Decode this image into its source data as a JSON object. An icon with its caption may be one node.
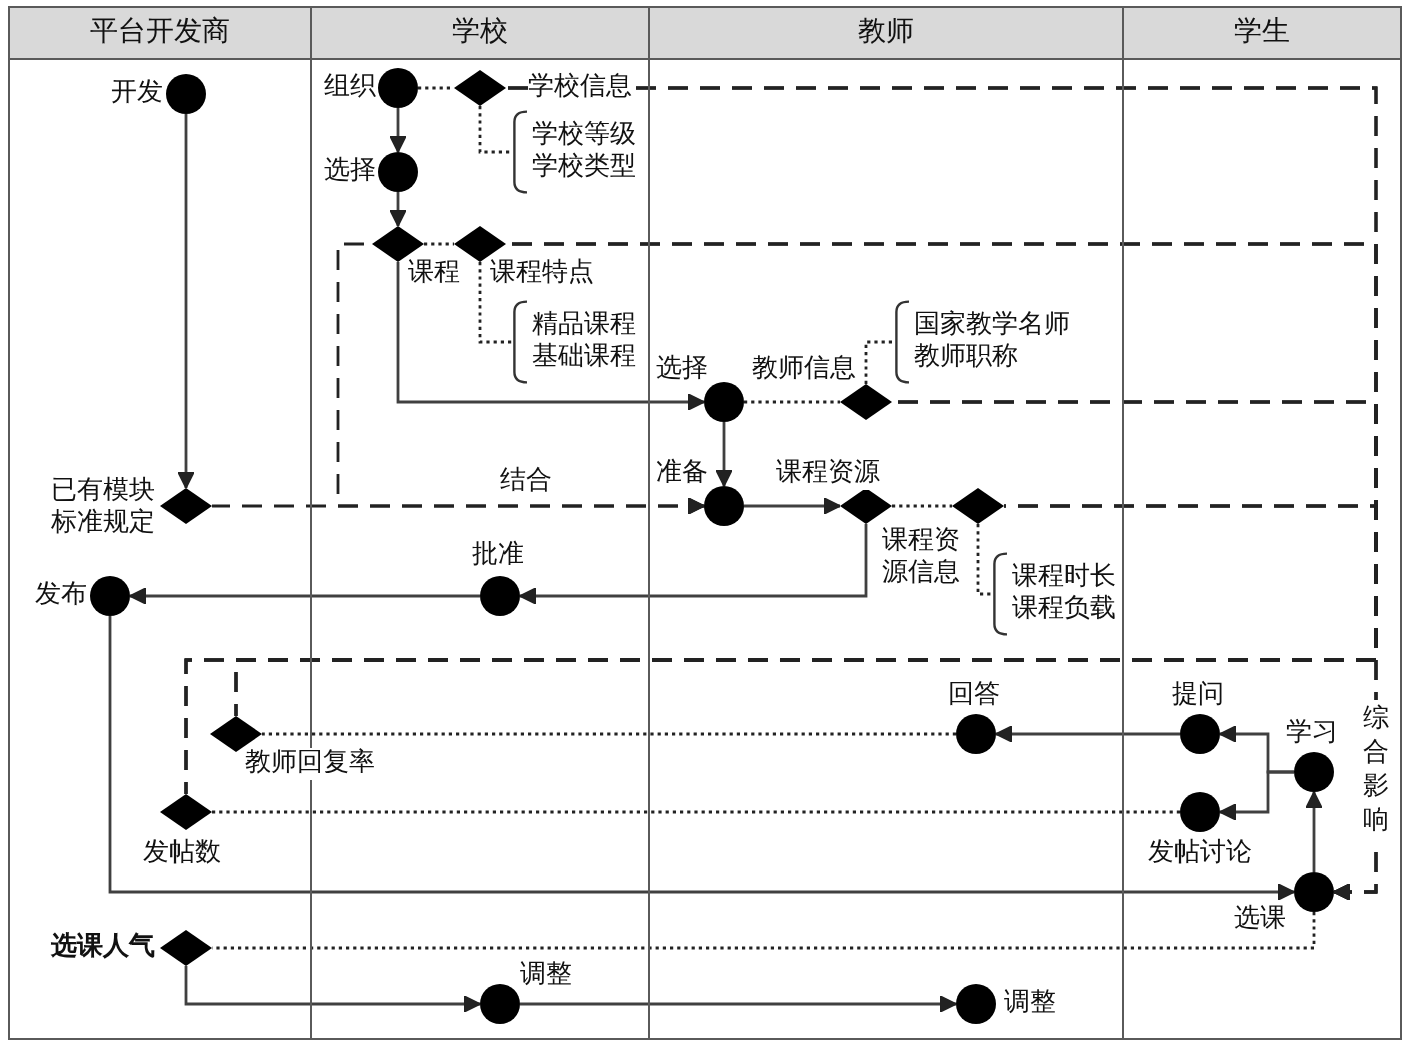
{
  "diagram": {
    "nodes": [
      {
        "text": [
          "平台开发商"
        ]
      },
      {
        "text": [
          "学校"
        ]
      },
      {
        "text": [
          "教师"
        ]
      },
      {
        "text": [
          "学生"
        ]
      },
      {
        "text": [
          "开发"
        ],
        "in": 0
      },
      {
        "text": [
          "组织"
        ],
        "in": 1
      },
      {
        "text": [
          "学校信息"
        ],
        "in": 1
      },
      {
        "text": [
          "学校等级",
          "学校类型"
        ],
        "in": 1
      },
      {
        "text": [
          "选择"
        ],
        "in": 1
      },
      {
        "text": [
          "课程"
        ],
        "in": 1
      },
      {
        "text": [
          "课程特点"
        ],
        "in": 1
      },
      {
        "text": [
          "精品课程",
          "基础课程"
        ],
        "in": 1
      },
      {
        "text": [
          "国家教学名师",
          "教师职称"
        ],
        "in": 2
      },
      {
        "text": [
          "选择"
        ],
        "in": 2
      },
      {
        "text": [
          "教师信息"
        ],
        "in": 2
      },
      {
        "text": [
          "已有模块标准规定"
        ],
        "in": 0
      },
      {
        "text": [
          "准备"
        ],
        "in": 2
      },
      {
        "text": [
          "课程资源"
        ],
        "in": 2
      },
      {
        "text": [
          "课程资源信息"
        ],
        "in": 2
      },
      {
        "text": [
          "课程时长",
          "课程负载"
        ],
        "in": 2
      },
      {
        "text": [
          "发布"
        ],
        "in": 0
      },
      {
        "text": [
          "批准"
        ],
        "in": 1
      },
      {
        "text": [
          "教师回复率"
        ],
        "in": 0
      },
      {
        "text": [
          "回答"
        ],
        "in": 2
      },
      {
        "text": [
          "提问"
        ],
        "in": 3
      },
      {
        "text": [
          "学习"
        ],
        "in": 3
      },
      {
        "text": [
          "发帖数"
        ],
        "in": 0
      },
      {
        "text": [
          "发帖讨论"
        ],
        "in": 3
      },
      {
        "text": [
          "选课"
        ],
        "in": 3
      },
      {
        "text": [
          "选课人气"
        ],
        "in": 0
      },
      {
        "text": [
          "调整"
        ],
        "in": 1
      },
      {
        "text": [
          "调整"
        ],
        "in": 2
      }
    ],
    "edges": [
      {
        "from": 4,
        "to": 15,
        "arrow": "to"
      },
      {
        "from": 5,
        "to": 6,
        "arrow": "none",
        "style": "dashed"
      },
      {
        "from": 6,
        "to": 7,
        "arrow": "none",
        "style": "dashed"
      },
      {
        "from": 5,
        "to": 8,
        "arrow": "to"
      },
      {
        "from": 8,
        "to": 9,
        "arrow": "to"
      },
      {
        "from": 9,
        "to": 10,
        "arrow": "none",
        "style": "dashed"
      },
      {
        "from": 10,
        "to": 11,
        "arrow": "none",
        "style": "dashed"
      },
      {
        "from": 9,
        "to": 13,
        "arrow": "to"
      },
      {
        "from": 13,
        "to": 14,
        "arrow": "none",
        "style": "dashed"
      },
      {
        "from": 14,
        "to": 12,
        "arrow": "none",
        "style": "dashed"
      },
      {
        "from": 13,
        "to": 16,
        "arrow": "to"
      },
      {
        "from": 15,
        "to": 16,
        "arrow": "to",
        "style": "dashed",
        "label": "结合"
      },
      {
        "from": 9,
        "to": 16,
        "arrow": "to",
        "style": "dashed"
      },
      {
        "from": 16,
        "to": 17,
        "arrow": "to"
      },
      {
        "from": 17,
        "to": 18,
        "arrow": "none",
        "style": "dashed"
      },
      {
        "from": 18,
        "to": 19,
        "arrow": "none",
        "style": "dashed"
      },
      {
        "from": 17,
        "to": 21,
        "arrow": "to"
      },
      {
        "from": 21,
        "to": 20,
        "arrow": "to"
      },
      {
        "from": 20,
        "to": 28,
        "arrow": "to"
      },
      {
        "from": 28,
        "to": 25,
        "arrow": "to"
      },
      {
        "from": 25,
        "to": 24,
        "arrow": "to"
      },
      {
        "from": 25,
        "to": 27,
        "arrow": "to"
      },
      {
        "from": 24,
        "to": 23,
        "arrow": "to"
      },
      {
        "from": 23,
        "to": 22,
        "arrow": "none",
        "style": "dashed"
      },
      {
        "from": 27,
        "to": 26,
        "arrow": "none",
        "style": "dashed"
      },
      {
        "from": 28,
        "to": 29,
        "arrow": "none",
        "style": "dashed"
      },
      {
        "from": 29,
        "to": 30,
        "arrow": "to"
      },
      {
        "from": 30,
        "to": 31,
        "arrow": "to"
      },
      {
        "from": 6,
        "to": 28,
        "arrow": "to",
        "style": "dashed",
        "label": "综合影响"
      },
      {
        "from": 10,
        "to": 28,
        "arrow": "to",
        "style": "dashed"
      },
      {
        "from": 14,
        "to": 28,
        "arrow": "to",
        "style": "dashed"
      },
      {
        "from": 18,
        "to": 28,
        "arrow": "to",
        "style": "dashed"
      },
      {
        "from": 6,
        "to": 22,
        "arrow": "none",
        "style": "dashed"
      },
      {
        "from": 10,
        "to": 22,
        "arrow": "none",
        "style": "dashed"
      },
      {
        "from": 14,
        "to": 22,
        "arrow": "none",
        "style": "dashed"
      },
      {
        "from": 18,
        "to": 22,
        "arrow": "none",
        "style": "dashed"
      },
      {
        "from": 6,
        "to": 26,
        "arrow": "none",
        "style": "dashed"
      },
      {
        "from": 10,
        "to": 26,
        "arrow": "none",
        "style": "dashed"
      },
      {
        "from": 14,
        "to": 26,
        "arrow": "none",
        "style": "dashed"
      },
      {
        "from": 18,
        "to": 26,
        "arrow": "none",
        "style": "dashed"
      }
    ]
  }
}
